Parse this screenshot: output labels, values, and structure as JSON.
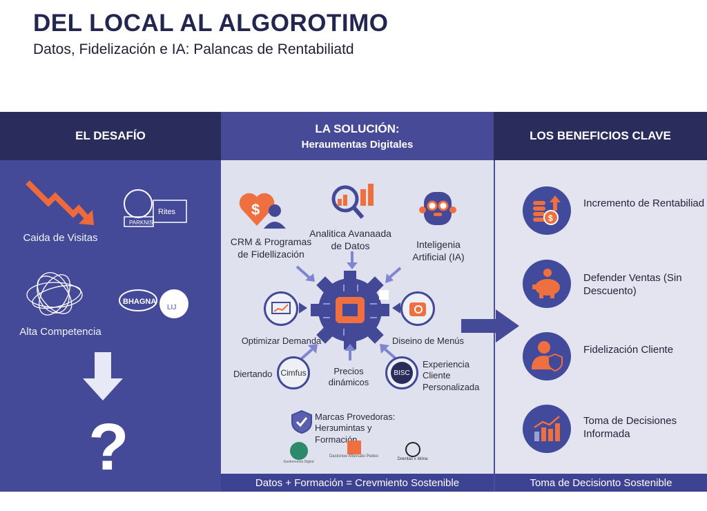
{
  "header": {
    "title": "DEL LOCAL AL ALGOROTIMO",
    "subtitle": "Datos, Fidelización e IA: Palancas de Rentabiliatd"
  },
  "columns": {
    "challenge": {
      "title": "EL DESAFÍO",
      "items": [
        "Caida de Visitas",
        "Alta Competencia"
      ],
      "question": "?",
      "logos": [
        "PARKNIS",
        "Rites",
        "BHAGNA",
        "LIJ"
      ]
    },
    "solution": {
      "title": "LA SOLUCIÓN:",
      "subtitle": "Heraumentas Digitales",
      "top_items": [
        "CRM & Programas de Fidellización",
        "Analitica Avanaada de Datos",
        "Inteligenia Artificial (IA)"
      ],
      "side_items": [
        "Optimizar Demanda",
        "Diseino de Menús"
      ],
      "bottom_items": [
        "Diertando",
        "Precios dinámicos",
        "Experiencia Cliente Personalizada"
      ],
      "ring_labels": [
        "Cimfus",
        "BISC"
      ],
      "partners_title": "Marcas Provedoras: Herзumintas y Formación",
      "partner_logos": [
        "Gastronomía Digital",
        "Dastonoe Aftevsato Pedeo",
        "Doentas x Idóna"
      ],
      "footer": "Datos + Formación = Crevmiento Sostenible"
    },
    "benefits": {
      "title": "LOS BENEFICIOS CLAVE",
      "items": [
        "Incremento de Rentabiliad",
        "Defender Ventas (Sin Descuento)",
        "Fidelización Cliente",
        "Toma de Decisiones Informada"
      ],
      "footer": "Toma de Decisionto Sostenible"
    }
  },
  "colors": {
    "navy": "#2b2d5c",
    "indigo": "#454a98",
    "orange": "#ee7040",
    "light": "#e1e2ef"
  }
}
